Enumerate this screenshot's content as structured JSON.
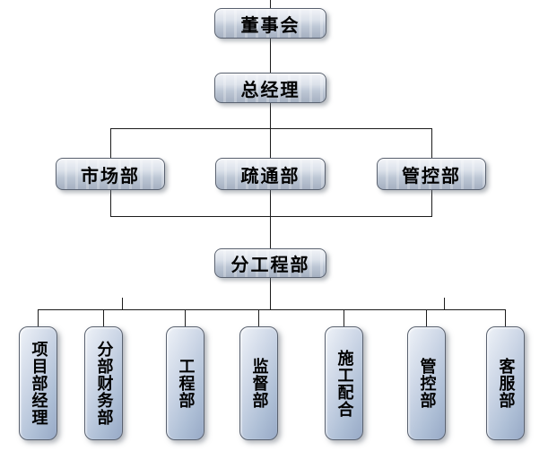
{
  "org": {
    "level1": {
      "label": "董事会"
    },
    "level2": {
      "label": "总经理"
    },
    "level3": [
      {
        "label": "市场部"
      },
      {
        "label": "疏通部"
      },
      {
        "label": "管控部"
      }
    ],
    "level4": {
      "label": "分工程部"
    },
    "level5": [
      {
        "label": "项目部经理"
      },
      {
        "label": "分部财务部"
      },
      {
        "label": "工程部"
      },
      {
        "label": "监督部"
      },
      {
        "label": "施工配合"
      },
      {
        "label": "管控部"
      },
      {
        "label": "客服部"
      }
    ]
  },
  "colors": {
    "background": "#ffffff",
    "line": "#1c1c1c",
    "box_border": "#59616f",
    "hbox_fill_top": "#f2f4f8",
    "hbox_fill_bottom": "#a5b0c1",
    "vbox_fill_top": "#eef2f8",
    "vbox_fill_bottom": "#97a9c6",
    "text": "#000000"
  }
}
